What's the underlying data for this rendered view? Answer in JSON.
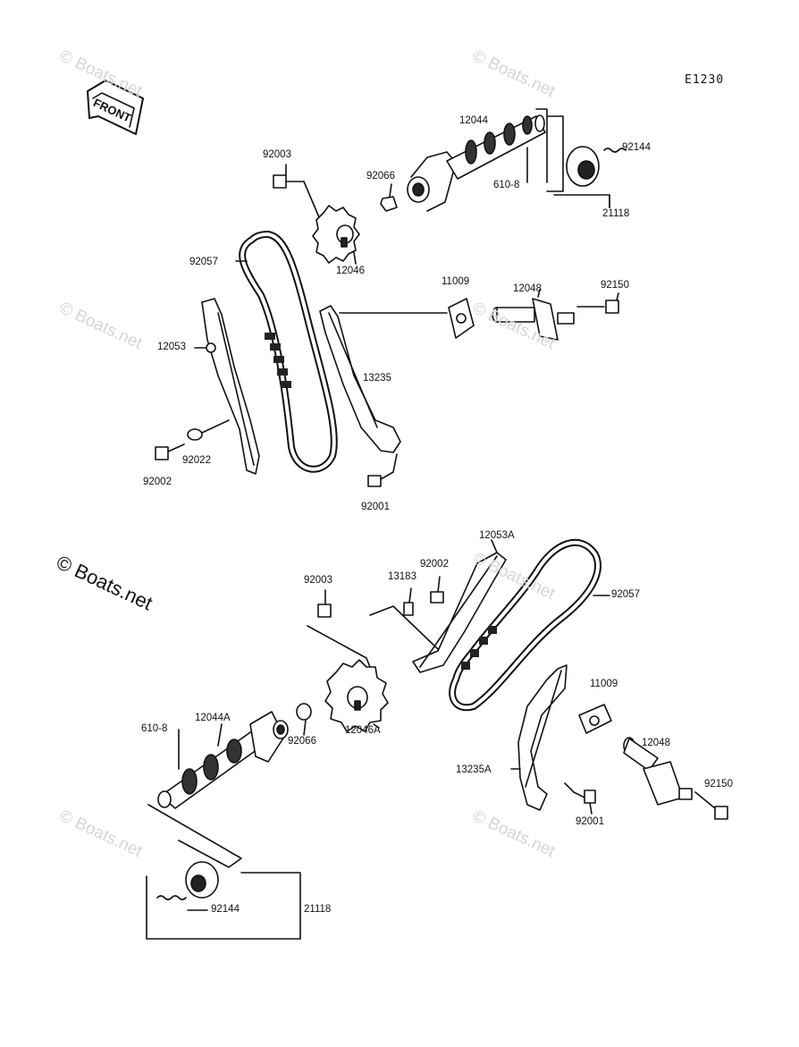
{
  "diagram": {
    "code": "E1230",
    "front_label": "FRONT",
    "copyright": "© Boats.net",
    "watermark": "© Boats.net",
    "upper_parts": {
      "p12044": "12044",
      "p92144": "92144",
      "p610": "610-8",
      "p21118": "21118",
      "p92003": "92003",
      "p92066": "92066",
      "p12046": "12046",
      "p92057": "92057",
      "p11009": "11009",
      "p12048": "12048",
      "p92150": "92150",
      "p12053": "12053",
      "p13235": "13235",
      "p92022": "92022",
      "p92002": "92002",
      "p92001": "92001"
    },
    "lower_parts": {
      "p12053A": "12053A",
      "p92002": "92002",
      "p13183": "13183",
      "p92003": "92003",
      "p92057": "92057",
      "p610": "610-8",
      "p12044A": "12044A",
      "p92066": "92066",
      "p12046A": "12046A",
      "p11009": "11009",
      "p12048": "12048",
      "p13235A": "13235A",
      "p92150": "92150",
      "p92001": "92001",
      "p92144": "92144",
      "p21118": "21118"
    }
  }
}
